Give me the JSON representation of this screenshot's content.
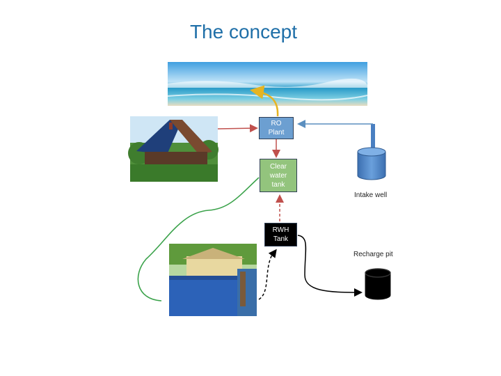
{
  "title": "The concept",
  "nodes": {
    "ro_plant": "RO\nPlant",
    "clear_water_tank": "Clear\nwater\ntank",
    "rwh_tank": "RWH\nTank",
    "intake_well": "Intake well",
    "recharge_pit": "Recharge pit"
  },
  "images": [
    "sea-photo",
    "solar-roof-house-photo",
    "house-with-blue-gate-photo"
  ],
  "colors": {
    "title": "#1f6fa8",
    "ro_plant_fill": "#6c9fd1",
    "clear_tank_fill": "#93c47d",
    "rwh_fill": "#000000",
    "intake_well_fill": "#4a7fc1",
    "recharge_pit_fill": "#000000",
    "green_pipe": "#3aa24a",
    "red_arrow": "#c0504d",
    "blue_arrow": "#5b8fbf",
    "yellow_arrow": "#e6b422"
  }
}
